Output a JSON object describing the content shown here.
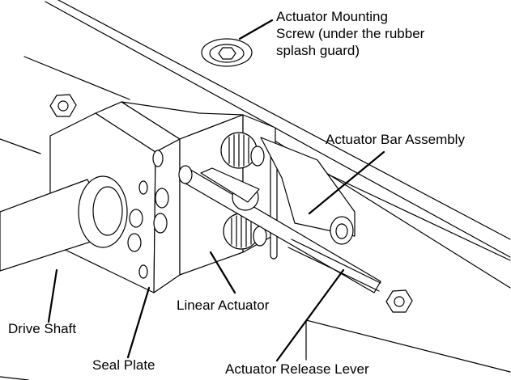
{
  "labels": {
    "actuator_mounting_screw": {
      "line1": "Actuator Mounting",
      "line2": "Screw (under the rubber",
      "line3": "splash guard)"
    },
    "actuator_bar_assembly": "Actuator Bar Assembly",
    "drive_shaft": "Drive Shaft",
    "linear_actuator": "Linear Actuator",
    "seal_plate": "Seal Plate",
    "actuator_release_lever": "Actuator Release Lever"
  },
  "colors": {
    "line": "#000000",
    "background": "#ffffff"
  }
}
